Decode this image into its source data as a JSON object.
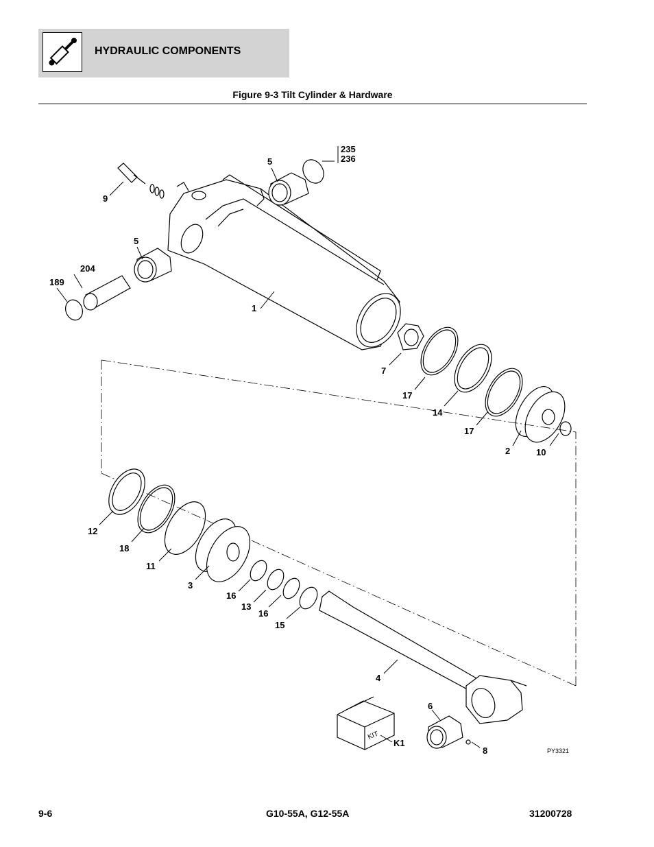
{
  "header": {
    "section_title": "HYDRAULIC COMPONENTS",
    "icon": "hydraulic-cylinder-icon"
  },
  "figure": {
    "title": "Figure 9-3 Tilt Cylinder & Hardware",
    "drawing_id": "PY3321"
  },
  "callouts": {
    "c235": "235",
    "c236": "236",
    "c5a": "5",
    "c9": "9",
    "c5b": "5",
    "c204": "204",
    "c189": "189",
    "c1": "1",
    "c7": "7",
    "c17a": "17",
    "c14": "14",
    "c17b": "17",
    "c2": "2",
    "c10": "10",
    "c12": "12",
    "c18": "18",
    "c11": "11",
    "c3": "3",
    "c16a": "16",
    "c13": "13",
    "c16b": "16",
    "c15": "15",
    "c4": "4",
    "c6": "6",
    "c8": "8",
    "ck1": "K1"
  },
  "kit_label": "KIT",
  "footer": {
    "page": "9-6",
    "models": "G10-55A, G12-55A",
    "doc_number": "31200728"
  }
}
